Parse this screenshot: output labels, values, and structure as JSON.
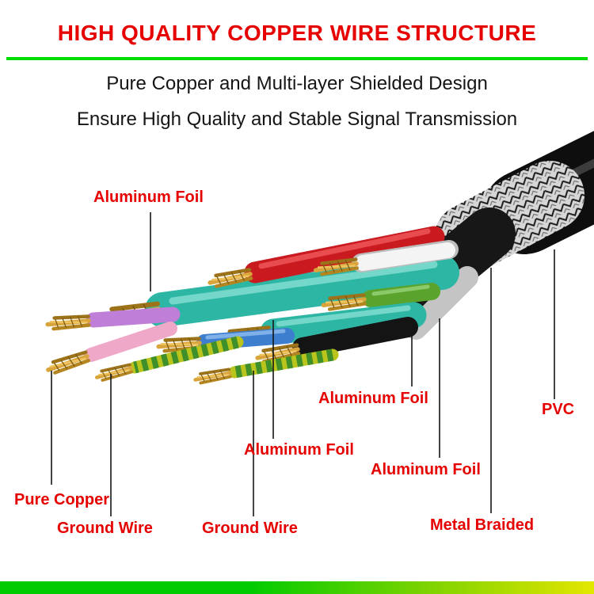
{
  "header": {
    "title": "HIGH QUALITY COPPER WIRE STRUCTURE",
    "subtitle1": "Pure Copper and Multi-layer Shielded Design",
    "subtitle2": "Ensure High Quality and Stable Signal Transmission"
  },
  "labels": {
    "aluminum_foil_top": "Aluminum Foil",
    "aluminum_foil_mid": "Aluminum Foil",
    "aluminum_foil_lower": "Aluminum Foil",
    "aluminum_foil_right": "Aluminum Foil",
    "pvc": "PVC",
    "pure_copper": "Pure Copper",
    "ground_wire_left": "Ground Wire",
    "ground_wire_center": "Ground Wire",
    "metal_braided": "Metal Braided"
  },
  "colors": {
    "title_red": "#e60000",
    "label_red": "#e60000",
    "divider_green": "#00dd00",
    "footer_green": "#00cb00",
    "footer_yellow": "#e3e600",
    "jacket_black": "#0e0e0e",
    "wire_red": "#c81a1f",
    "wire_teal": "#2eb6a5",
    "wire_green": "#5aa42e",
    "wire_blue": "#3e7ecf",
    "wire_purple": "#bf7fd9",
    "wire_pink": "#f0a8c8",
    "wire_white": "#f4f4f4",
    "copper": "#d8a43b"
  }
}
